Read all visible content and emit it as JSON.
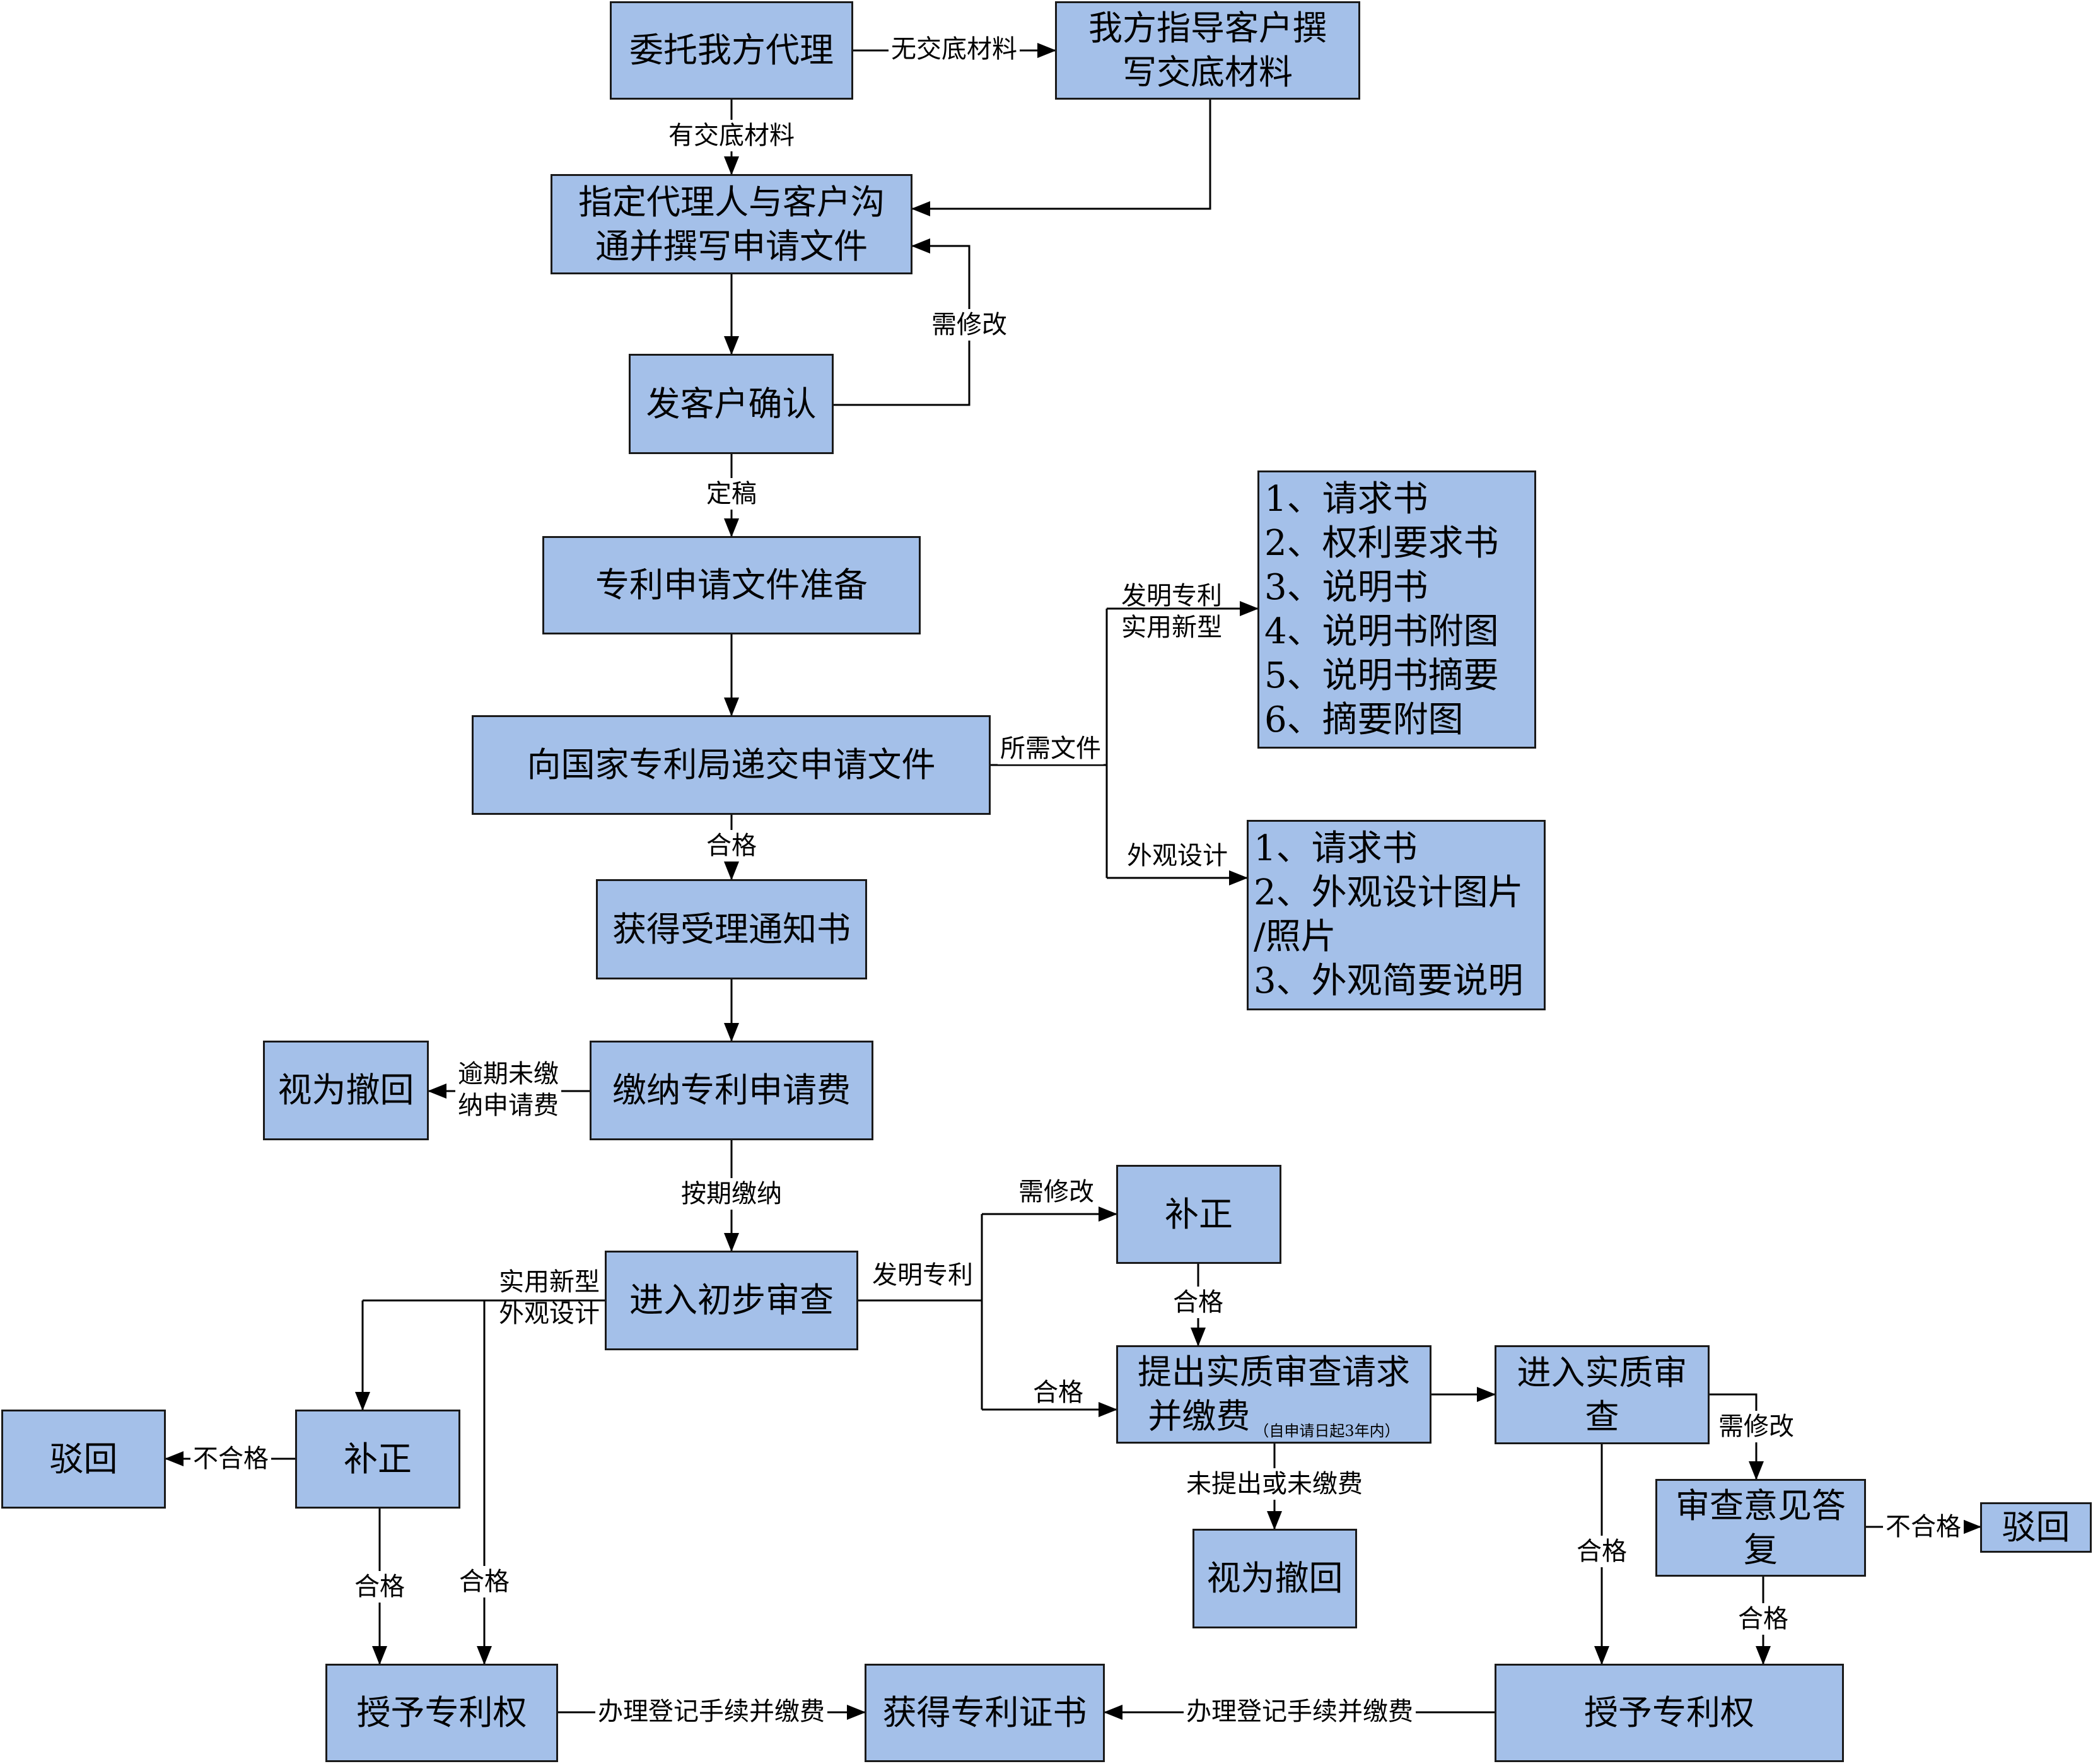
{
  "nodes": {
    "entrust": "委托我方代理",
    "guide_lines": [
      "我方指导客户撰",
      "写交底材料"
    ],
    "assign_lines": [
      "指定代理人与客户沟",
      "通并撰写申请文件"
    ],
    "confirm": "发客户确认",
    "prepare": "专利申请文件准备",
    "submit": "向国家专利局递交申请文件",
    "notice": "获得受理通知书",
    "pay_fee": "缴纳专利申请费",
    "withdrawn_a": "视为撤回",
    "prelim": "进入初步审查",
    "correct_right": "补正",
    "correct_left": "补正",
    "reject_left": "驳回",
    "substantive_request_line1": "提出实质审查请求",
    "substantive_request_line2": "并缴费",
    "substantive_request_note": "（自申请日起3年内）",
    "enter_substantive_lines": [
      "进入实质审",
      "查"
    ],
    "reply_lines": [
      "审查意见答",
      "复"
    ],
    "reject_right": "驳回",
    "withdrawn_b": "视为撤回",
    "grant_left": "授予专利权",
    "certificate": "获得专利证书",
    "grant_right": "授予专利权"
  },
  "lists": {
    "invention_docs": [
      "1、请求书",
      "2、权利要求书",
      "3、说明书",
      "4、说明书附图",
      "5、说明书摘要",
      "6、摘要附图"
    ],
    "design_docs": [
      "1、请求书",
      "2、外观设计图片",
      "/照片",
      "3、外观简要说明"
    ]
  },
  "edge_labels": {
    "no_material": "无交底材料",
    "has_material": "有交底材料",
    "needs_revision_1": "需修改",
    "finalized": "定稿",
    "required_docs": "所需文件",
    "invention_utility_lines": [
      "发明专利",
      "实用新型"
    ],
    "design": "外观设计",
    "qualified_1": "合格",
    "overdue_lines": [
      "逾期未缴",
      "纳申请费"
    ],
    "paid_on_time": "按期缴纳",
    "utility_design_lines": [
      "实用新型",
      "外观设计"
    ],
    "invention": "发明专利",
    "needs_revision_2": "需修改",
    "qualified_2": "合格",
    "qualified_3": "合格",
    "not_filed": "未提出或未缴费",
    "needs_revision_3": "需修改",
    "unqualified_1": "不合格",
    "qualified_4": "合格",
    "qualified_5": "合格",
    "unqualified_2": "不合格",
    "qualified_6": "合格",
    "qualified_7": "合格",
    "register_fee_1": "办理登记手续并缴费",
    "register_fee_2": "办理登记手续并缴费"
  },
  "colors": {
    "box_fill": "#a4c0e9",
    "box_border": "#1a1a1a",
    "line": "#000000",
    "background": "#ffffff"
  }
}
